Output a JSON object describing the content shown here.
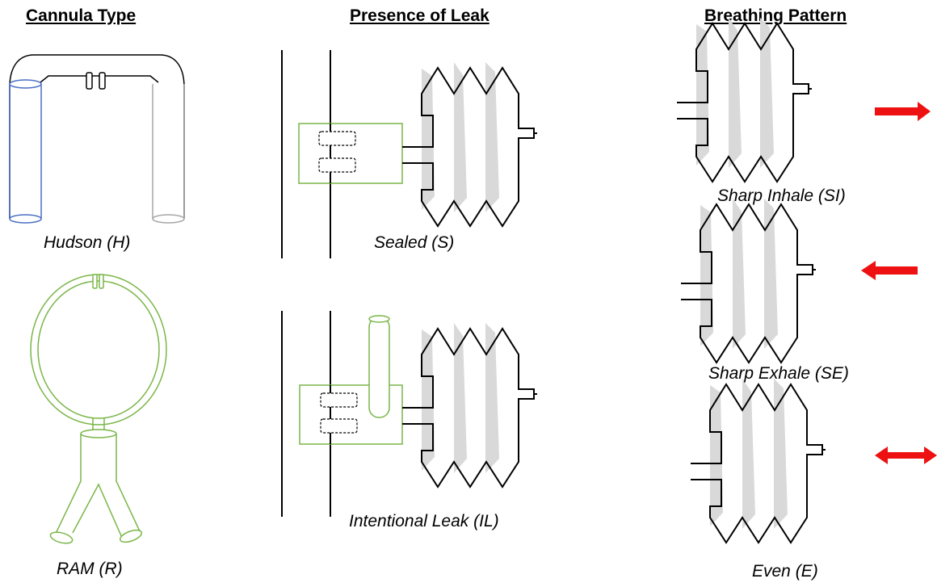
{
  "headers": {
    "cannula_type": "Cannula Type",
    "presence_of_leak": "Presence of Leak",
    "breathing_pattern": "Breathing Pattern"
  },
  "cannula_types": [
    {
      "label": "Hudson (H)",
      "color": "#4a6fc4"
    },
    {
      "label": "RAM (R)",
      "color": "#7ab648"
    }
  ],
  "leak_conditions": [
    {
      "label": "Sealed (S)",
      "color": "#7ab648"
    },
    {
      "label": "Intentional Leak (IL)",
      "color": "#7ab648"
    }
  ],
  "breathing_patterns": [
    {
      "label": "Sharp Inhale (SI)",
      "arrow": "right"
    },
    {
      "label": "Sharp Exhale (SE)",
      "arrow": "left"
    },
    {
      "label": "Even (E)",
      "arrow": "both"
    }
  ],
  "colors": {
    "arrow": "#ee1111",
    "bellows_fill": "#d9d9d9",
    "outline": "#000000",
    "hudson_right_tube": "#a6a6a6"
  }
}
